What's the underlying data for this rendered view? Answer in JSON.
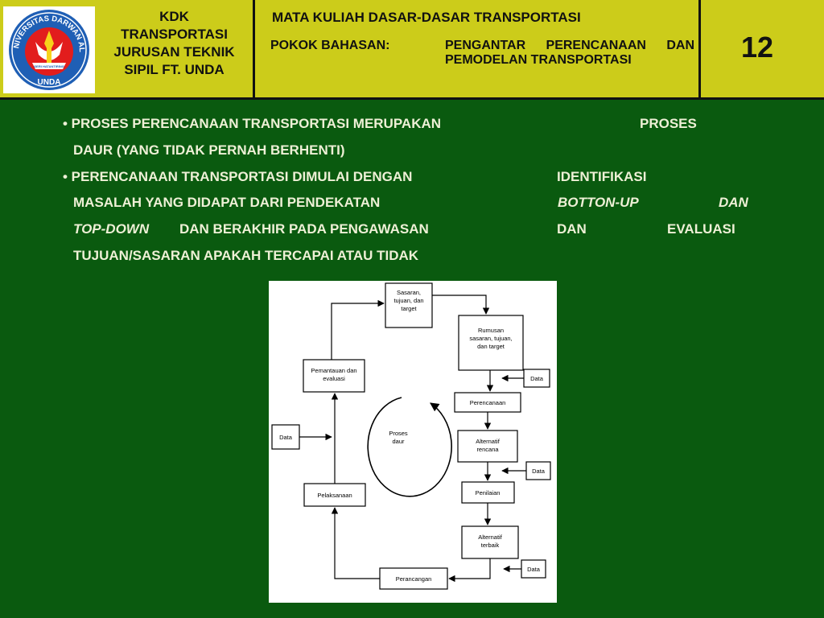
{
  "header": {
    "logo": {
      "ring_text": "UNIVERSITAS DARWAN ALI",
      "bottom_text": "UNDA",
      "motto": "GERI HATANTIRING"
    },
    "kdk_lines": [
      "KDK",
      "TRANSPORTASI",
      "JURUSAN TEKNIK",
      "SIPIL FT. UNDA"
    ],
    "course_title": "MATA KULIAH DASAR-DASAR TRANSPORTASI",
    "topic_label": "POKOK BAHASAN:",
    "topic_text": "PENGANTAR PERENCANAAN DAN PEMODELAN TRANSPORTASI",
    "page_number": "12"
  },
  "bullets": [
    {
      "lines": [
        {
          "a": "• PROSES PERENCANAAN TRANSPORTASI MERUPAKAN",
          "b": "PROSES"
        },
        {
          "a": "DAUR (YANG TIDAK PERNAH BERHENTI)"
        }
      ]
    },
    {
      "lines": [
        {
          "a": "• PERENCANAAN TRANSPORTASI DIMULAI DENGAN",
          "b": "IDENTIFIKASI"
        },
        {
          "a": "MASALAH YANG DIDAPAT DARI PENDEKATAN",
          "b": "BOTTON-UP",
          "c": "DAN"
        },
        {
          "a1": "TOP-DOWN",
          "a2": "DAN BERAKHIR PADA PENGAWASAN",
          "b": "DAN",
          "c": "EVALUASI"
        },
        {
          "a": "TUJUAN/SASARAN APAKAH TERCAPAI ATAU TIDAK"
        }
      ]
    }
  ],
  "diagram": {
    "center_label": [
      "Proses",
      "daur"
    ],
    "boxes": {
      "sasaran": [
        "Sasaran,",
        "tujuan, dan",
        "target"
      ],
      "rumusan": [
        "Rumusan",
        "sasaran, tujuan,",
        "dan target"
      ],
      "perencanaan": [
        "Perencanaan"
      ],
      "alternatif_rencana": [
        "Alternatif",
        "rencana"
      ],
      "penilaian": [
        "Penilaian"
      ],
      "alternatif_terbaik": [
        "Alternatif",
        "terbaik"
      ],
      "perancangan": [
        "Perancangan"
      ],
      "pelaksanaan": [
        "Pelaksanaan"
      ],
      "pemantauan": [
        "Pemantauan dan",
        "evaluasi"
      ],
      "data_left": [
        "Data"
      ],
      "data_1": [
        "Data"
      ],
      "data_2": [
        "Data"
      ],
      "data_3": [
        "Data"
      ]
    }
  }
}
